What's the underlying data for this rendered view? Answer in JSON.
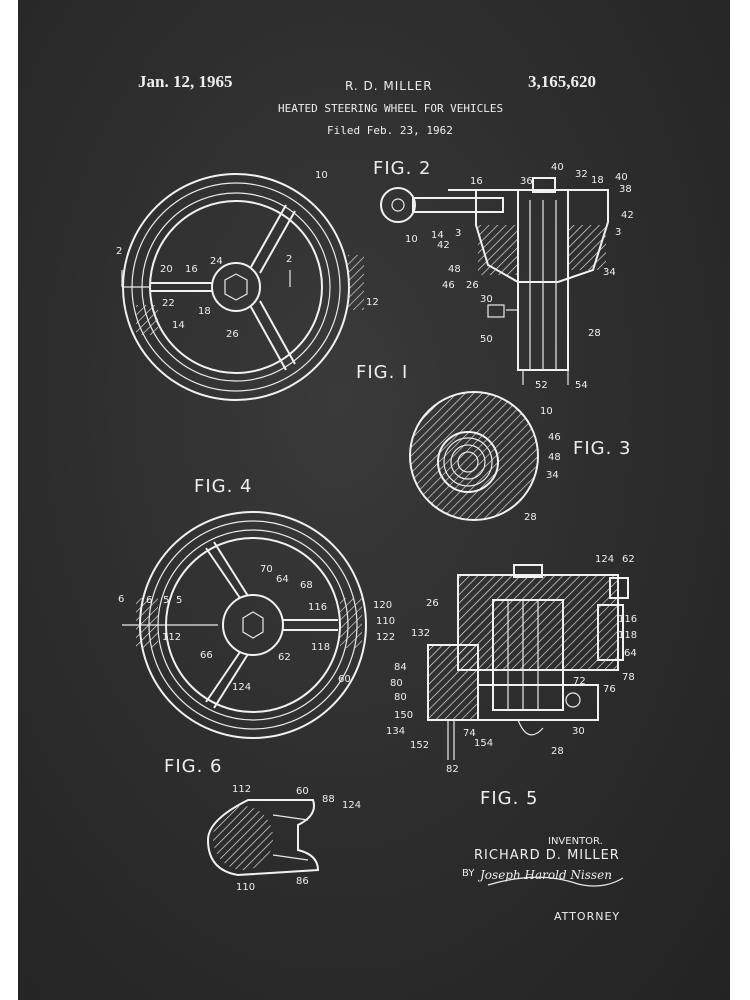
{
  "header": {
    "date": "Jan. 12, 1965",
    "inventor_short": "R. D. MILLER",
    "patent_number": "3,165,620",
    "title": "HEATED STEERING WHEEL FOR VEHICLES",
    "filed": "Filed Feb. 23, 1962"
  },
  "figures": {
    "fig1": "FIG. I",
    "fig2": "FIG. 2",
    "fig3": "FIG. 3",
    "fig4": "FIG. 4",
    "fig5": "FIG. 5",
    "fig6": "FIG. 6"
  },
  "fig1_refs": [
    "10",
    "2",
    "2",
    "20",
    "16",
    "24",
    "22",
    "18",
    "12",
    "14",
    "26"
  ],
  "fig2_refs": [
    "16",
    "36",
    "40",
    "32",
    "18",
    "40",
    "38",
    "10",
    "14",
    "3",
    "42",
    "3",
    "42",
    "48",
    "46",
    "26",
    "30",
    "34",
    "50",
    "28",
    "52",
    "54"
  ],
  "fig3_refs": [
    "10",
    "46",
    "48",
    "34",
    "28"
  ],
  "fig4_refs": [
    "70",
    "64",
    "68",
    "6",
    "5",
    "6",
    "5",
    "116",
    "120",
    "112",
    "110",
    "122",
    "66",
    "62",
    "118",
    "124",
    "60"
  ],
  "fig5_refs": [
    "124",
    "62",
    "26",
    "132",
    "116",
    "118",
    "64",
    "84",
    "80",
    "72",
    "76",
    "78",
    "80",
    "150",
    "134",
    "152",
    "74",
    "154",
    "30",
    "28",
    "82"
  ],
  "fig6_refs": [
    "112",
    "60",
    "88",
    "124",
    "110",
    "86"
  ],
  "signature_block": {
    "inventor_label": "INVENTOR.",
    "inventor_name": "RICHARD D. MILLER",
    "by": "BY",
    "signature": "Joseph Harold Nissen",
    "attorney": "ATTORNEY"
  }
}
